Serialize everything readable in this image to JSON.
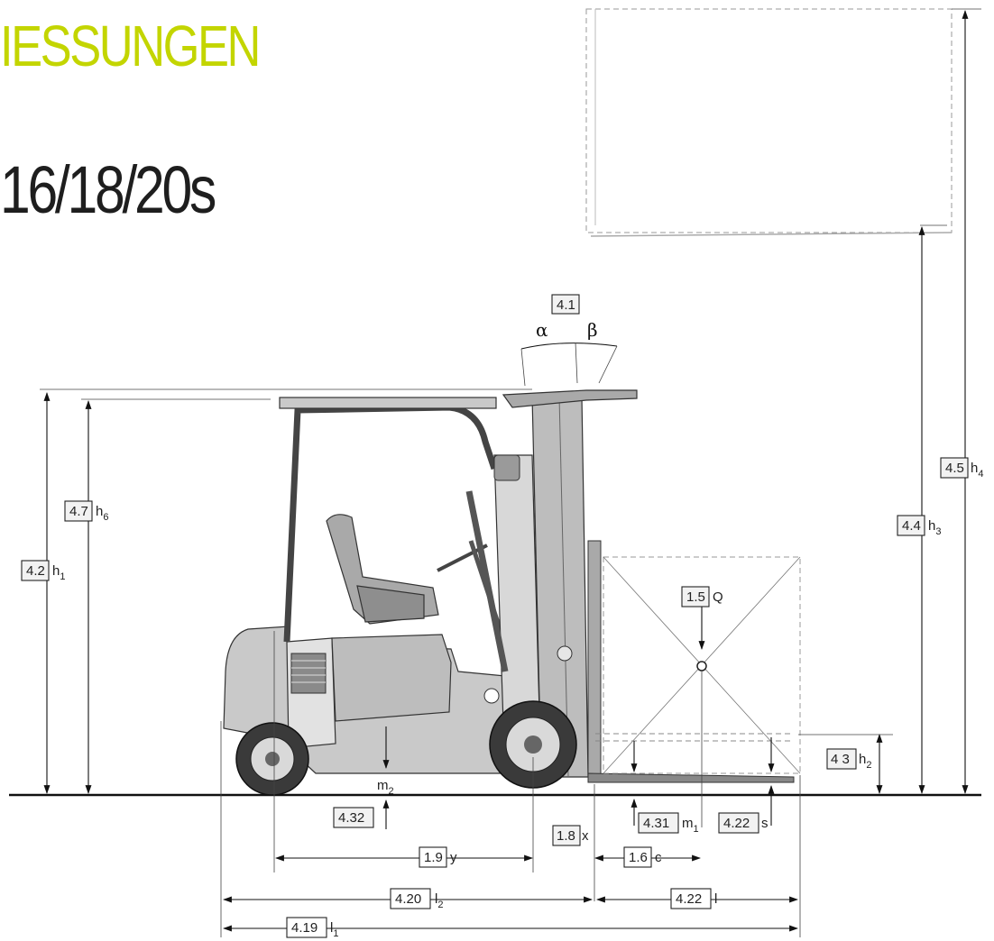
{
  "header": {
    "title": "IESSUNGEN",
    "model": "16/18/20s",
    "accent_color": "#c3d500"
  },
  "angles": {
    "tilt_box": "4.1",
    "alpha": "α",
    "beta": "β"
  },
  "dimensions": {
    "h1": {
      "box": "4.2",
      "sym": "h",
      "sub": "1"
    },
    "h6": {
      "box": "4.7",
      "sym": "h",
      "sub": "6"
    },
    "h3": {
      "box": "4.4",
      "sym": "h",
      "sub": "3"
    },
    "h4": {
      "box": "4.5",
      "sym": "h",
      "sub": "4"
    },
    "h2": {
      "box": "4 3",
      "sym": "h",
      "sub": "2"
    },
    "Q": {
      "box": "1.5",
      "sym": "Q"
    },
    "m2": {
      "box": "4.32",
      "sym": "m",
      "sub": "2"
    },
    "m1": {
      "box": "4.31",
      "sym": "m",
      "sub": "1"
    },
    "s": {
      "box": "4.22",
      "sym": "s"
    },
    "x": {
      "box": "1.8",
      "sym": "x"
    },
    "y": {
      "box": "1.9",
      "sym": "y"
    },
    "c": {
      "box": "1.6",
      "sym": "c"
    },
    "l2": {
      "box": "4.20",
      "sym": "l",
      "sub": "2"
    },
    "l": {
      "box": "4.22",
      "sym": "l"
    },
    "l1": {
      "box": "4.19",
      "sym": "l",
      "sub": "1"
    }
  }
}
